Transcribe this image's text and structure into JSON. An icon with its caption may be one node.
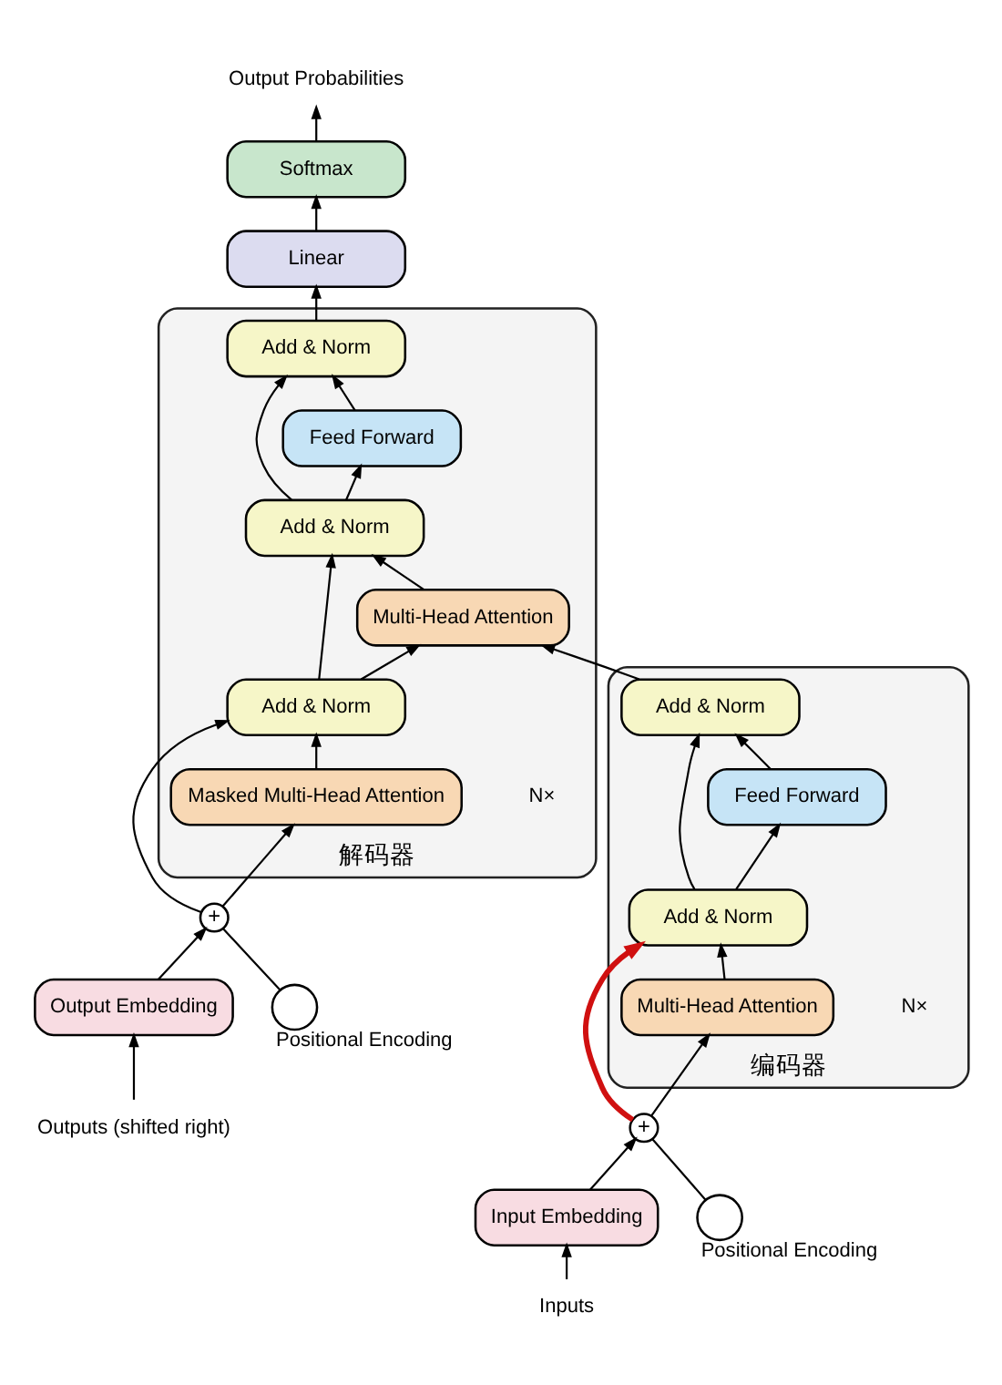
{
  "diagram": {
    "nodes": [
      {
        "text": [
          "编码器"
        ],
        "beside": [
          "N×"
        ]
      },
      {
        "text": [
          "Add & Norm"
        ],
        "in": 0
      },
      {
        "text": [
          "Feed Forward"
        ],
        "in": 0
      },
      {
        "text": [
          "Add & Norm"
        ],
        "in": 0
      },
      {
        "text": [
          "Multi-Head Attention"
        ],
        "in": 0
      },
      {
        "text": [
          "Input Embedding"
        ]
      },
      {
        "text": [
          "Inputs"
        ]
      },
      {
        "text": [
          "+"
        ]
      },
      {
        "text": [],
        "shape": "circle",
        "beside": [
          "Positional Encoding"
        ]
      },
      {
        "text": [
          "解码器"
        ],
        "beside": [
          "N×"
        ]
      },
      {
        "text": [
          "Add & Norm"
        ],
        "in": 9
      },
      {
        "text": [
          "Feed Forward"
        ],
        "in": 9
      },
      {
        "text": [
          "Add & Norm"
        ],
        "in": 9
      },
      {
        "text": [
          "Multi-Head Attention"
        ],
        "in": 9
      },
      {
        "text": [
          "Add & Norm"
        ],
        "in": 9
      },
      {
        "text": [
          "Masked Multi-Head Attention"
        ],
        "in": 9
      },
      {
        "text": [
          "Output Embedding"
        ]
      },
      {
        "text": [
          "Outputs (shifted right)"
        ]
      },
      {
        "text": [
          "+"
        ]
      },
      {
        "text": [],
        "shape": "circle",
        "beside": [
          "Positional Encoding"
        ]
      },
      {
        "text": [
          "Linear"
        ]
      },
      {
        "text": [
          "Softmax"
        ]
      },
      {
        "text": [
          "Output Probabilities"
        ]
      }
    ],
    "edges": [
      {
        "from": 6,
        "to": 5,
        "arrow": "to"
      },
      {
        "from": 5,
        "to": 7,
        "arrow": "to"
      },
      {
        "from": 8,
        "to": 7,
        "arrow": "none"
      },
      {
        "from": 7,
        "to": 4,
        "arrow": "to"
      },
      {
        "from": 7,
        "to": 3,
        "arrow": "to",
        "style": "thick",
        "color": "#d01010"
      },
      {
        "from": 4,
        "to": 3,
        "arrow": "to"
      },
      {
        "from": 3,
        "to": 2,
        "arrow": "to"
      },
      {
        "from": 3,
        "to": 1,
        "arrow": "to"
      },
      {
        "from": 2,
        "to": 1,
        "arrow": "to"
      },
      {
        "from": 1,
        "to": 13,
        "arrow": "to"
      },
      {
        "from": 17,
        "to": 16,
        "arrow": "to"
      },
      {
        "from": 16,
        "to": 18,
        "arrow": "to"
      },
      {
        "from": 19,
        "to": 18,
        "arrow": "none"
      },
      {
        "from": 18,
        "to": 15,
        "arrow": "to"
      },
      {
        "from": 18,
        "to": 14,
        "arrow": "to"
      },
      {
        "from": 15,
        "to": 14,
        "arrow": "to"
      },
      {
        "from": 14,
        "to": 13,
        "arrow": "to"
      },
      {
        "from": 14,
        "to": 12,
        "arrow": "to"
      },
      {
        "from": 13,
        "to": 12,
        "arrow": "to"
      },
      {
        "from": 12,
        "to": 11,
        "arrow": "to"
      },
      {
        "from": 12,
        "to": 10,
        "arrow": "to"
      },
      {
        "from": 11,
        "to": 10,
        "arrow": "to"
      },
      {
        "from": 10,
        "to": 20,
        "arrow": "to"
      },
      {
        "from": 20,
        "to": 21,
        "arrow": "to"
      },
      {
        "from": 21,
        "to": 22,
        "arrow": "to"
      }
    ]
  }
}
